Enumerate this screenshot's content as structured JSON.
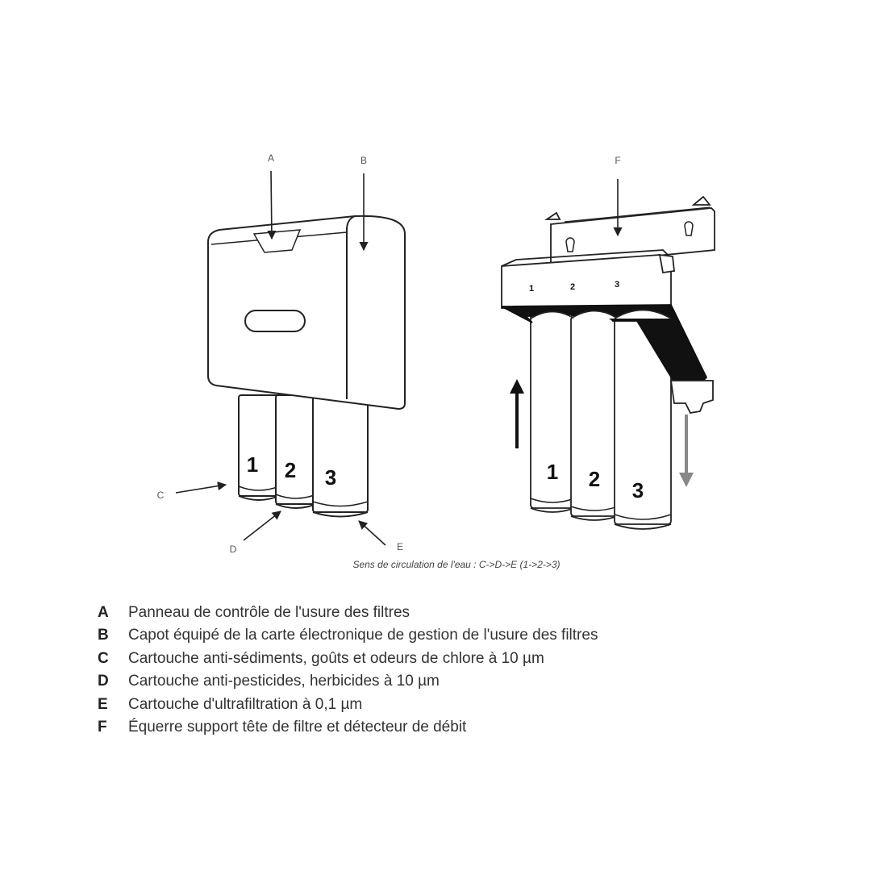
{
  "callouts": {
    "A": "A",
    "B": "B",
    "C": "C",
    "D": "D",
    "E": "E",
    "F": "F"
  },
  "cartridge_numbers": [
    "1",
    "2",
    "3"
  ],
  "caption": "Sens de circulation de l'eau : C->D->E (1->2->3)",
  "legend": [
    {
      "letter": "A",
      "text": "Panneau de contrôle de l'usure des filtres"
    },
    {
      "letter": "B",
      "text": "Capot équipé de la carte électronique de gestion de l'usure des filtres"
    },
    {
      "letter": "C",
      "text": "Cartouche anti-sédiments, goûts et odeurs de chlore à 10 µm"
    },
    {
      "letter": "D",
      "text": "Cartouche anti-pesticides, herbicides à 10 µm"
    },
    {
      "letter": "E",
      "text": "Cartouche d'ultrafiltration à 0,1 µm"
    },
    {
      "letter": "F",
      "text": "Équerre support tête de filtre et détecteur de débit"
    }
  ]
}
